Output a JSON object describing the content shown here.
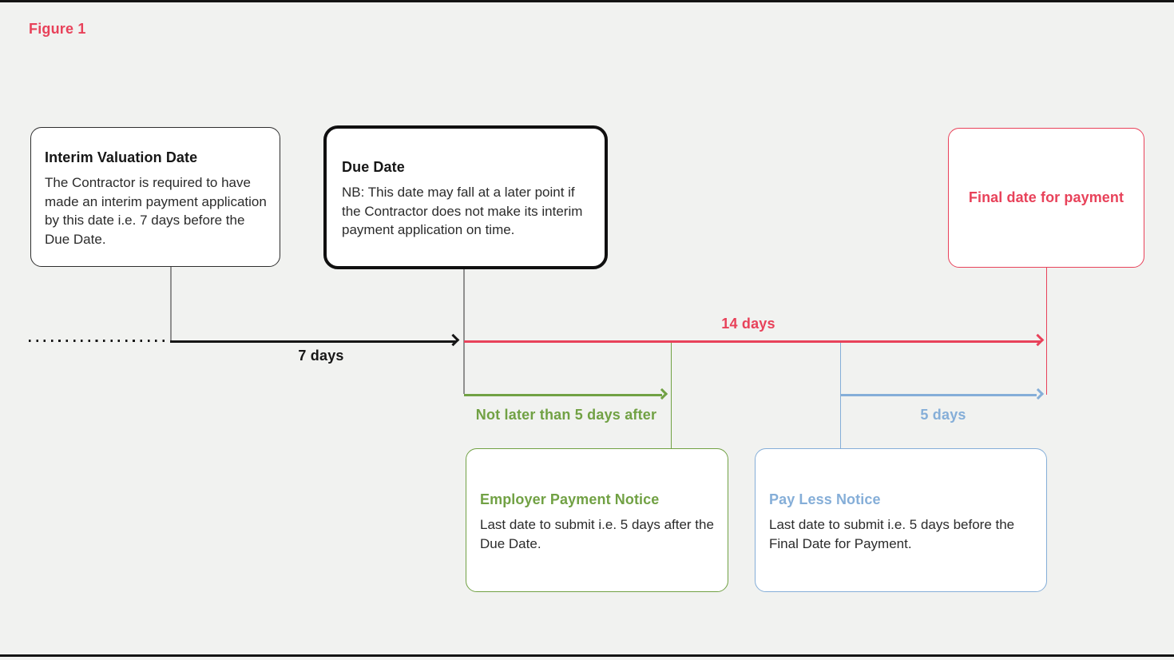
{
  "figure": {
    "label": "Figure 1"
  },
  "colors": {
    "accent_red": "#e8425a",
    "accent_green": "#71a144",
    "accent_blue": "#85aed8",
    "line_black": "#161616",
    "connector_gray": "#8f8f8f",
    "background": "#f1f2f0"
  },
  "boxes": {
    "interim_valuation": {
      "title": "Interim Valuation Date",
      "body": "The Contractor is required to have made an interim payment application by this date i.e. 7 days before the Due Date."
    },
    "due_date": {
      "title": "Due Date",
      "body": "NB: This date may fall at a later point if the Contractor does not make its interim payment application on time."
    },
    "final_date": {
      "title": "Final date for payment"
    },
    "employer_payment_notice": {
      "title": "Employer Payment Notice",
      "body": "Last date to submit i.e. 5 days after the Due Date."
    },
    "pay_less_notice": {
      "title": "Pay Less Notice",
      "body": "Last date to submit i.e. 5 days before the Final Date for Payment."
    }
  },
  "timeline": {
    "segment_black_label": "7 days",
    "segment_red_label": "14 days",
    "segment_green_label": "Not later than 5 days after",
    "segment_blue_label": "5 days"
  }
}
